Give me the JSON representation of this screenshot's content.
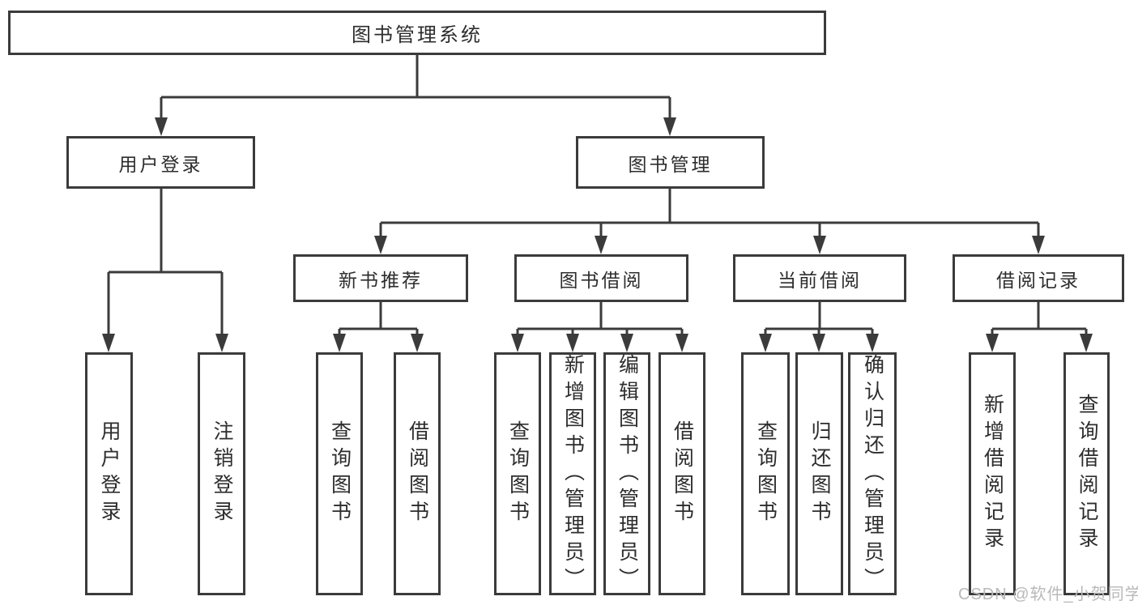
{
  "tree": {
    "root": "图书管理系统",
    "user_login": {
      "label": "用户登录",
      "children": [
        {
          "label": "用户登录"
        },
        {
          "label": "注销登录"
        }
      ]
    },
    "book_mgmt": {
      "label": "图书管理",
      "children": [
        {
          "label": "新书推荐",
          "children": [
            {
              "label": "查询图书"
            },
            {
              "label": "借阅图书"
            }
          ]
        },
        {
          "label": "图书借阅",
          "children": [
            {
              "label": "查询图书"
            },
            {
              "label": "新增图书（管理员）"
            },
            {
              "label": "编辑图书（管理员）"
            },
            {
              "label": "借阅图书"
            }
          ]
        },
        {
          "label": "当前借阅",
          "children": [
            {
              "label": "查询图书"
            },
            {
              "label": "归还图书"
            },
            {
              "label": "确认归还（管理员）"
            }
          ]
        },
        {
          "label": "借阅记录",
          "children": [
            {
              "label": "新增借阅记录"
            },
            {
              "label": "查询借阅记录"
            }
          ]
        }
      ]
    }
  },
  "watermark": "CSDN @软件_小贺同学",
  "colors": {
    "line": "#3b3b3b",
    "text": "#2d2d2d",
    "watermark": "#b9b9b9",
    "background": "#ffffff"
  }
}
